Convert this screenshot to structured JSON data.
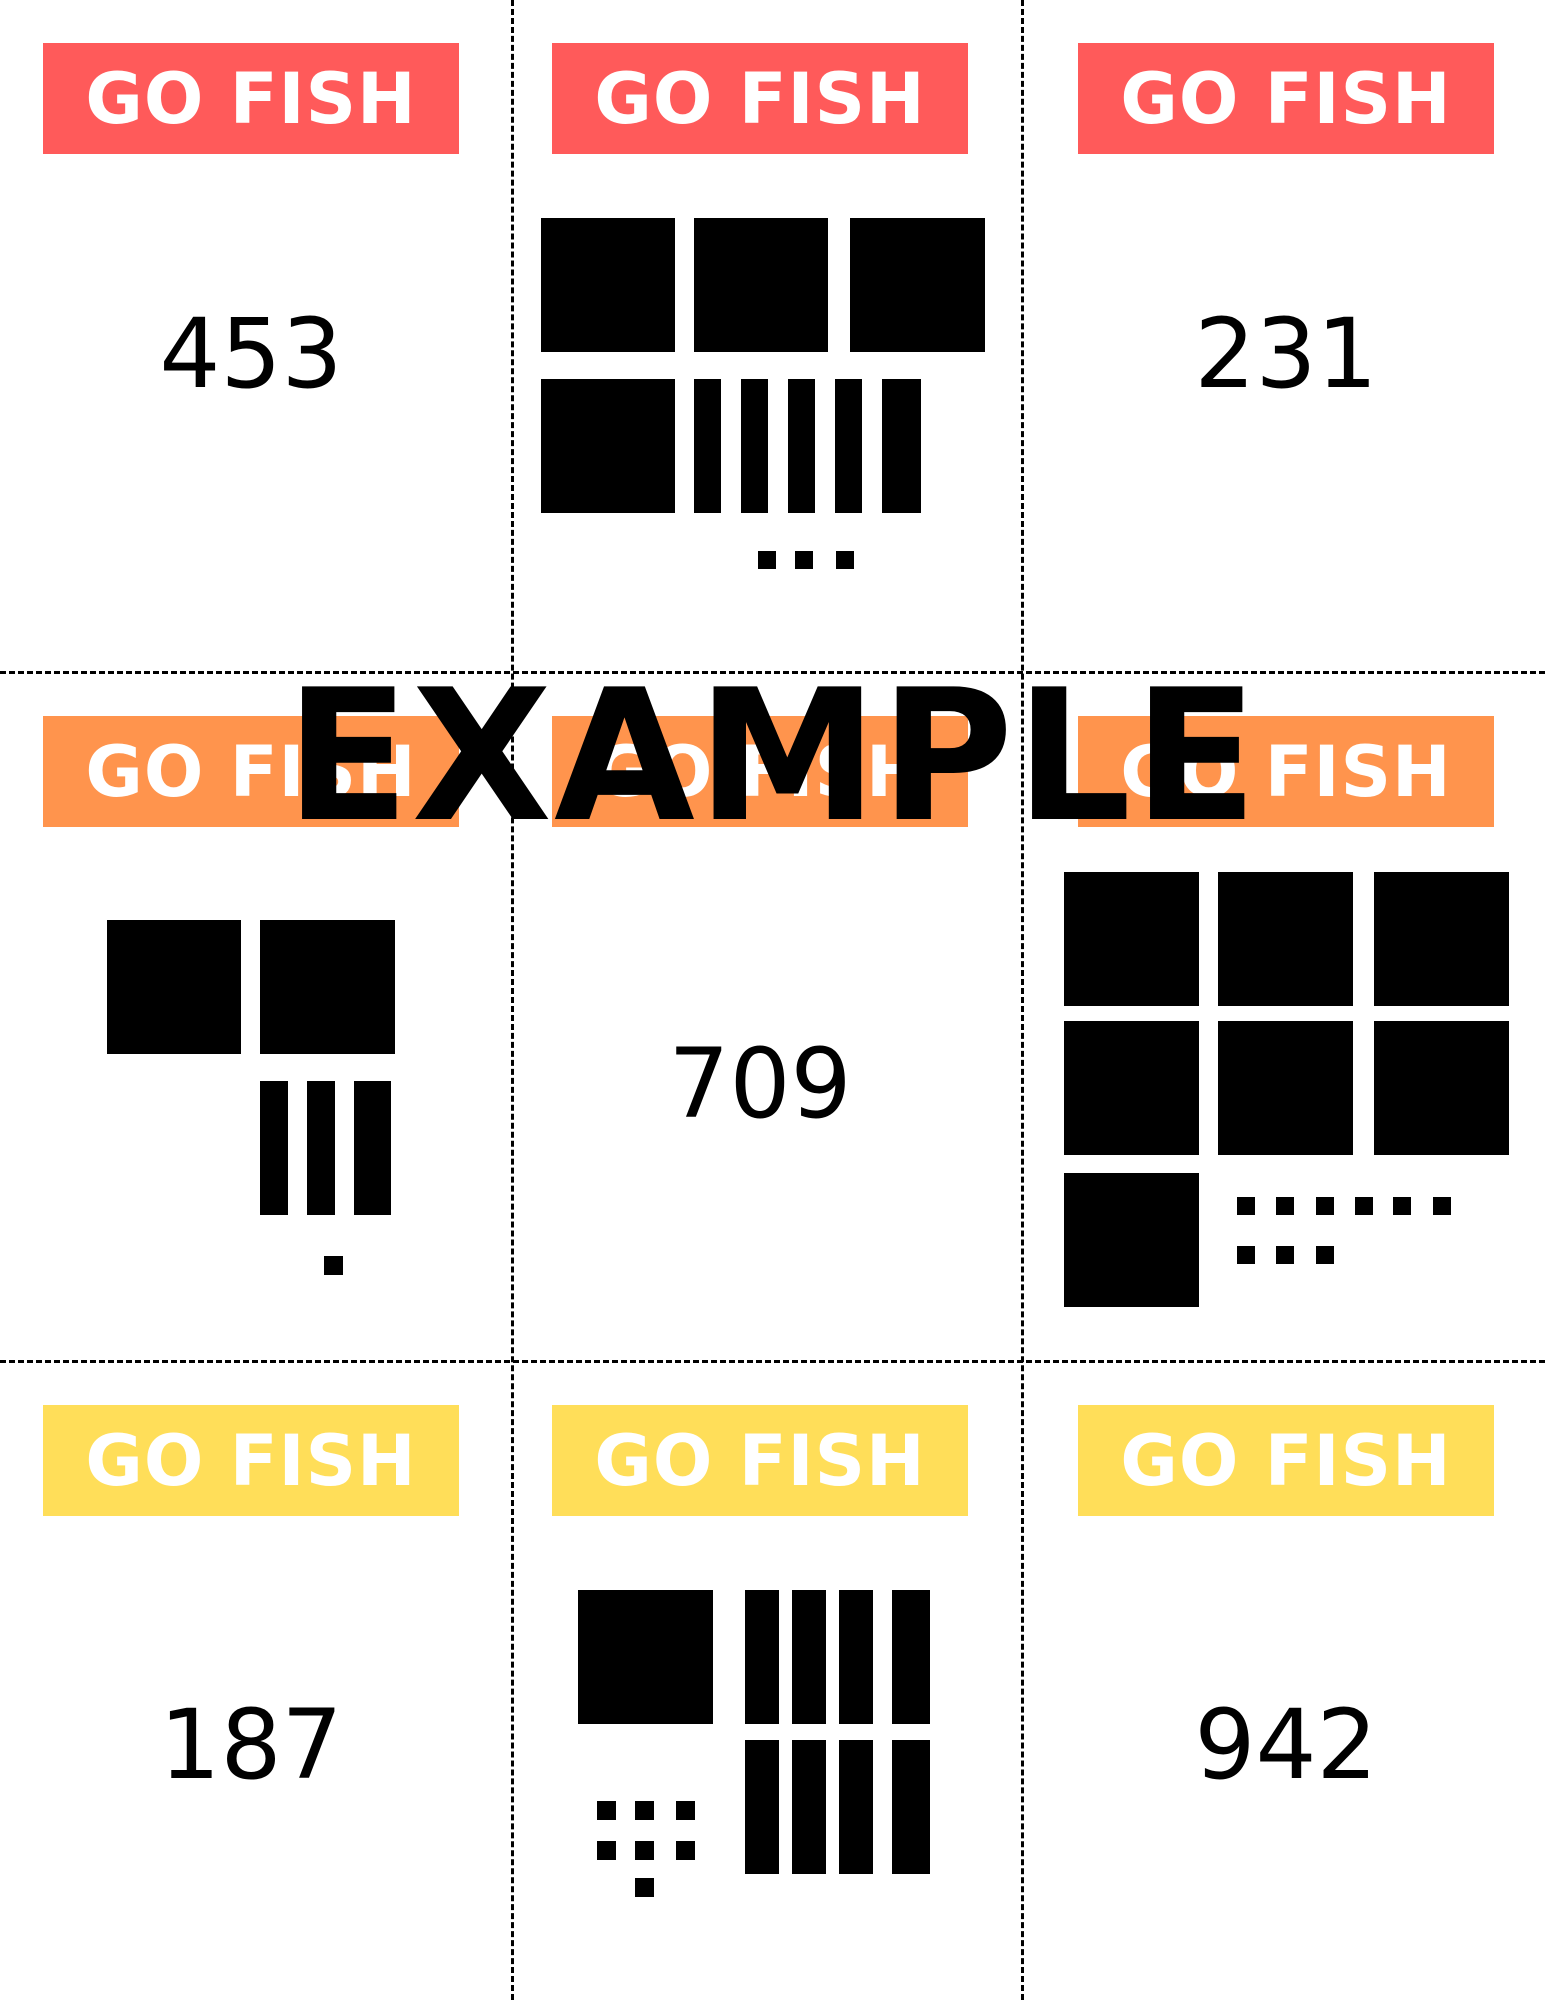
{
  "colors": {
    "row1": "#ff5a5a",
    "row2": "#ff944d",
    "row3": "#ffde59"
  },
  "watermark": "EXAMPLE",
  "cards": [
    {
      "banner": "GO FISH",
      "number": "453"
    },
    {
      "banner": "GO FISH",
      "blocks": {
        "hundreds": 4,
        "tens": 5,
        "ones": 3
      }
    },
    {
      "banner": "GO FISH",
      "number": "231"
    },
    {
      "banner": "GO FISH",
      "blocks": {
        "hundreds": 2,
        "tens": 3,
        "ones": 1
      }
    },
    {
      "banner": "GO FISH",
      "number": "709"
    },
    {
      "banner": "GO FISH",
      "blocks": {
        "hundreds": 7,
        "tens": 0,
        "ones": 9
      }
    },
    {
      "banner": "GO FISH",
      "number": "187"
    },
    {
      "banner": "GO FISH",
      "blocks": {
        "hundreds": 1,
        "tens": 8,
        "ones": 7
      }
    },
    {
      "banner": "GO FISH",
      "number": "942"
    }
  ]
}
